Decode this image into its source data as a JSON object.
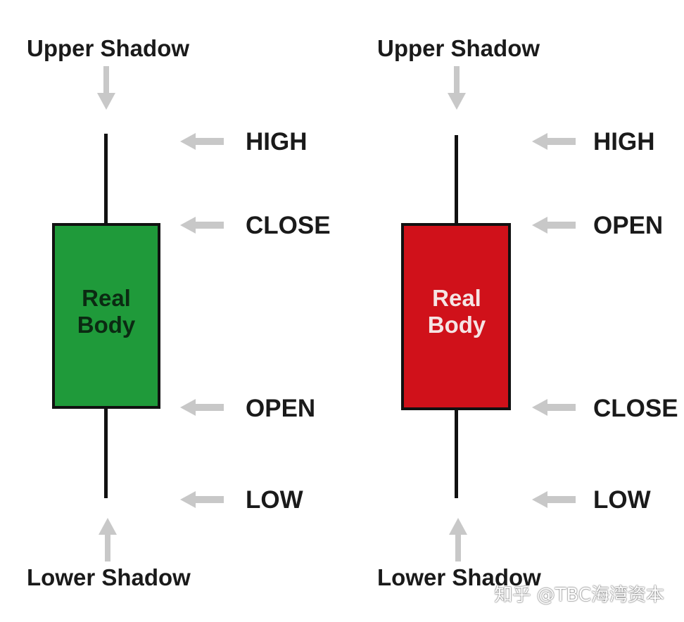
{
  "colors": {
    "bullish_body": "#1f9a3a",
    "bearish_body": "#d0111a",
    "arrow": "#c8c8c8",
    "outline": "#111111",
    "bullish_body_text": "#0b2a12",
    "bearish_body_text": "#f5e4e4"
  },
  "candles": [
    {
      "id": "bullish",
      "upper_shadow_label": "Upper Shadow",
      "lower_shadow_label": "Lower Shadow",
      "body_label_line1": "Real",
      "body_label_line2": "Body",
      "price_labels": [
        "HIGH",
        "CLOSE",
        "OPEN",
        "LOW"
      ]
    },
    {
      "id": "bearish",
      "upper_shadow_label": "Upper Shadow",
      "lower_shadow_label": "Lower Shadow",
      "body_label_line1": "Real",
      "body_label_line2": "Body",
      "price_labels": [
        "HIGH",
        "OPEN",
        "CLOSE",
        "LOW"
      ]
    }
  ],
  "watermark": "知乎 @TBC海湾资本"
}
